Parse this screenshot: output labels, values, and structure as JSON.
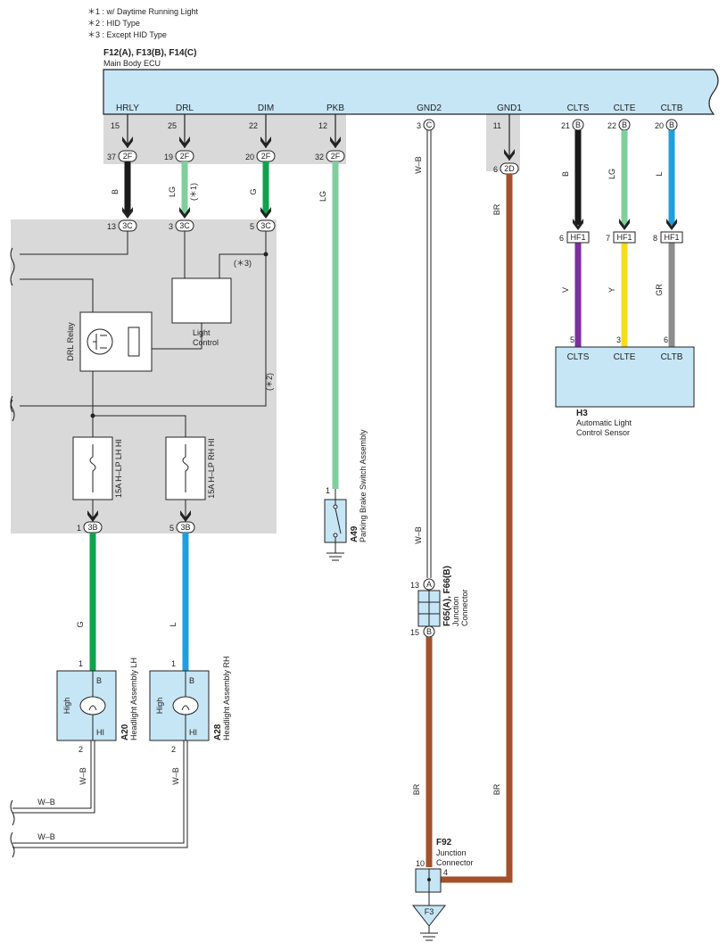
{
  "notes": [
    "＊1 : w/ Daytime Running Light",
    "＊2 : HID Type",
    "＊3 : Except HID Type"
  ],
  "ecu": {
    "id": "F12(A), F13(B), F14(C)",
    "name": "Main Body ECU",
    "terminals": [
      {
        "name": "HRLY",
        "pin": "15"
      },
      {
        "name": "DRL",
        "pin": "25"
      },
      {
        "name": "DIM",
        "pin": "22"
      },
      {
        "name": "PKB",
        "pin": "12"
      },
      {
        "name": "GND2",
        "pin": "3",
        "conn": "C"
      },
      {
        "name": "GND1",
        "pin": "11"
      },
      {
        "name": "CLTS",
        "pin": "21",
        "conn": "B"
      },
      {
        "name": "CLTE",
        "pin": "22",
        "conn": "B"
      },
      {
        "name": "CLTB",
        "pin": "20",
        "conn": "B"
      }
    ]
  },
  "j2f": [
    {
      "pin": "37",
      "label": "2F"
    },
    {
      "pin": "19",
      "label": "2F"
    },
    {
      "pin": "20",
      "label": "2F"
    },
    {
      "pin": "32",
      "label": "2F"
    }
  ],
  "j2d": {
    "pin": "6",
    "label": "2D"
  },
  "j3c": [
    {
      "pin": "13",
      "label": "3C"
    },
    {
      "pin": "3",
      "label": "3C"
    },
    {
      "pin": "5",
      "label": "3C"
    }
  ],
  "j3b": [
    {
      "pin": "1",
      "label": "3B"
    },
    {
      "pin": "5",
      "label": "3B"
    }
  ],
  "hf1": [
    {
      "pin": "6",
      "label": "HF1"
    },
    {
      "pin": "7",
      "label": "HF1"
    },
    {
      "pin": "8",
      "label": "HF1"
    }
  ],
  "wire_colors": {
    "hrly": "B",
    "drl": "LG",
    "drl_note": "(＊1)",
    "dim": "G",
    "pkb": "LG",
    "gnd2": "W–B",
    "gnd2_lower": "W–B",
    "gnd1": "BR",
    "clts": "B",
    "clte": "LG",
    "cltb": "L",
    "clts_lower": "V",
    "clte_lower": "Y",
    "cltb_lower": "GR",
    "lh": "G",
    "rh": "L",
    "lh_gnd": "W–B",
    "rh_gnd": "W–B",
    "gnd_left1": "W–B",
    "gnd_left2": "W–B",
    "jc_lower": "BR",
    "gnd1_lower": "BR"
  },
  "colors": {
    "B": "#1a1a1a",
    "LG": "#7fcf9c",
    "G": "#10a24c",
    "BR": "#a4502d",
    "L": "#1ea0e0",
    "V": "#7b2f9f",
    "Y": "#f5dc1e",
    "GR": "#8c8c8c",
    "component_fill": "#c6e6f6",
    "relay_area": "#d9d9d9"
  },
  "relay_block": {
    "drl_relay": "DRL Relay",
    "light_control": [
      "Light",
      "Control"
    ],
    "note3": "(＊3)",
    "note2": "(＊2)",
    "fuse_lh": "15A H–LP LH HI",
    "fuse_rh": "15A H–LP RH HI"
  },
  "parking_brake": {
    "pin": "1",
    "id": "A49",
    "name": "Parking Brake Switch Assembly"
  },
  "junction_f65": {
    "pin_top": "13",
    "conn_top": "A",
    "pin_bottom": "15",
    "conn_bottom": "B",
    "id": "F65(A), F66(B)",
    "name": [
      "Junction",
      "Connector"
    ]
  },
  "junction_f92": {
    "id": "F92",
    "name": [
      "Junction",
      "Connector"
    ],
    "pin_left": "10",
    "pin_right": "4",
    "ground": "F3"
  },
  "sensor": {
    "id": "H3",
    "name": [
      "Automatic Light",
      "Control Sensor"
    ],
    "terminals": [
      {
        "name": "CLTS",
        "pin": "5"
      },
      {
        "name": "CLTE",
        "pin": "3"
      },
      {
        "name": "CLTB",
        "pin": "6"
      }
    ]
  },
  "headlight_lh": {
    "id": "A20",
    "name": "Headlight Assembly LH",
    "pin_top": "1",
    "pin_bottom": "2",
    "b": "B",
    "hi": "HI",
    "high": "High"
  },
  "headlight_rh": {
    "id": "A28",
    "name": "Headlight Assembly RH",
    "pin_top": "1",
    "pin_bottom": "2",
    "b": "B",
    "hi": "HI",
    "high": "High"
  }
}
